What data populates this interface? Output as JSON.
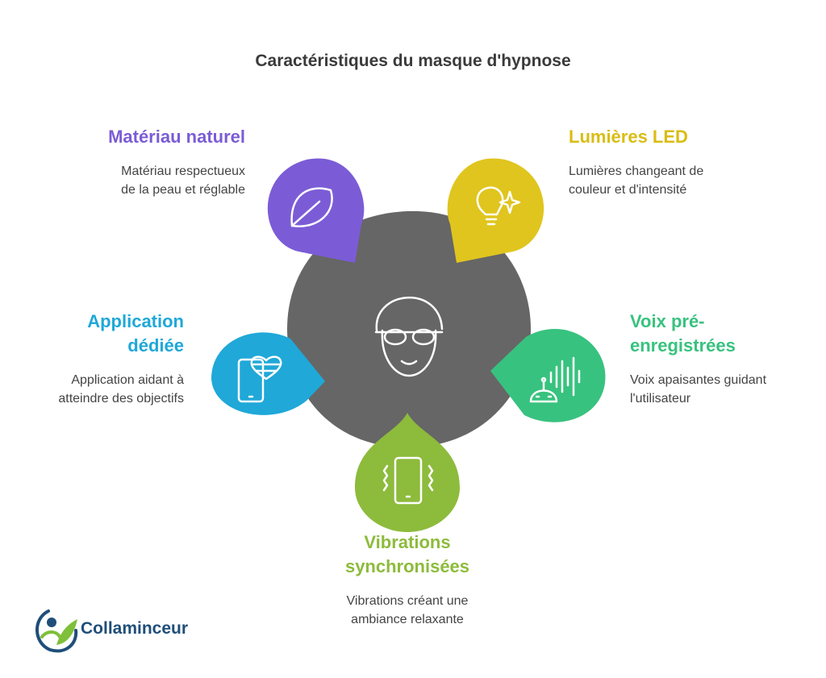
{
  "title": "Caractéristiques du masque d'hypnose",
  "features": {
    "materiau": {
      "title": "Matériau naturel",
      "desc1": "Matériau respectueux",
      "desc2": "de la peau et réglable",
      "color": "#7b5cd6",
      "icon": "leaf-icon"
    },
    "led": {
      "title": "Lumières LED",
      "desc1": "Lumières changeant de",
      "desc2": "couleur et d'intensité",
      "color": "#e0c51e",
      "icon": "lightbulb-icon"
    },
    "app": {
      "title1": "Application",
      "title2": "dédiée",
      "desc1": "Application aidant à",
      "desc2": "atteindre des objectifs",
      "color": "#1fa8d8",
      "icon": "phone-heart-icon"
    },
    "voix": {
      "title1": "Voix pré-",
      "title2": "enregistrées",
      "desc1": "Voix apaisantes guidant",
      "desc2": "l'utilisateur",
      "color": "#38c27f",
      "icon": "robot-voice-icon"
    },
    "vibrations": {
      "title1": "Vibrations",
      "title2": "synchronisées",
      "desc1": "Vibrations créant une",
      "desc2": "ambiance relaxante",
      "color": "#8dbb3c",
      "icon": "vibrating-phone-icon"
    }
  },
  "center": {
    "color": "#666666",
    "icon": "face-mask-icon"
  },
  "logo": {
    "text": "Collaminceur",
    "color": "#1f4e79"
  }
}
